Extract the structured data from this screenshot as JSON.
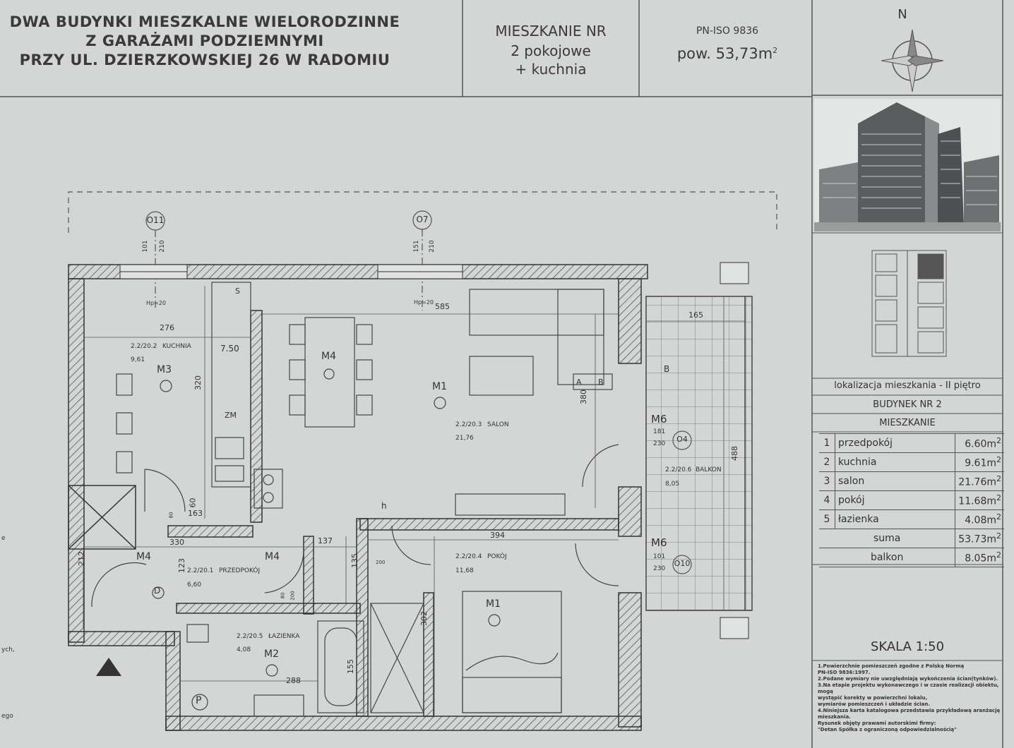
{
  "header": {
    "title_lines": [
      "DWA BUDYNKI MIESZKALNE WIELORODZINNE",
      "Z GARAŻAMI PODZIEMNYMI",
      "PRZY UL. DZIERZKOWSKIEJ 26 W RADOMIU"
    ],
    "apartment_label": "MIESZKANIE NR",
    "rooms_line1": "2 pokojowe",
    "rooms_line2": "+ kuchnia",
    "norm": "PN-ISO 9836",
    "area": "pow. 53,73m",
    "area_sup": "2",
    "north": "N"
  },
  "sidebar": {
    "location": "lokalizacja mieszkania - II piętro",
    "building": "BUDYNEK NR 2",
    "apartment": "MIESZKANIE",
    "rooms": [
      {
        "num": "1",
        "name": "przedpokój",
        "area": "6.60m",
        "sup": "2"
      },
      {
        "num": "2",
        "name": "kuchnia",
        "area": "9.61m",
        "sup": "2"
      },
      {
        "num": "3",
        "name": "salon",
        "area": "21.76m",
        "sup": "2"
      },
      {
        "num": "4",
        "name": "pokój",
        "area": "11.68m",
        "sup": "2"
      },
      {
        "num": "5",
        "name": "łazienka",
        "area": "4.08m",
        "sup": "2"
      }
    ],
    "sum_label": "suma",
    "sum_value": "53.73m",
    "sum_sup": "2",
    "balcony_label": "balkon",
    "balcony_value": "8.05m",
    "balcony_sup": "2",
    "scale": "SKALA 1:50",
    "notes": [
      "1.Powierzchnie pomieszczeń zgodne z Polską Normą",
      "PN-ISO 9836:1997.",
      "2.Podane wymiary nie uwzględniają wykończenia ścian(tynków).",
      "3.Na etapie projektu wykonawczego i w czasie realizacji obiektu, mogą",
      "wystąpić korekty w powierzchni lokalu,",
      "wymiarów pomieszczeń i układzie ścian.",
      "4.Niniejsza karta katalogowa przedstawia przykładową aranżację",
      "mieszkania.",
      "Rysunek objęty prawami autorskimi firmy:",
      "\"Detan Spółka z ograniczoną odpowiedzialnością\""
    ]
  },
  "plan": {
    "axis_o11": "O11",
    "axis_o7": "O7",
    "axis_o4": "O4",
    "axis_o10": "O10",
    "win1_w": "101",
    "win1_h": "210",
    "win2_w": "151",
    "win2_h": "210",
    "hp1": "Hp=20",
    "hp2": "Hp=20",
    "rooms": {
      "kitchen_id": "2.2/20.2",
      "kitchen_name": "KUCHNIA",
      "kitchen_area": "9,61",
      "salon_id": "2.2/20.3",
      "salon_name": "SALON",
      "salon_area": "21,76",
      "balkon_id": "2.2/20.6",
      "balkon_name": "BALKON",
      "balkon_area": "8,05",
      "hall_id": "2.2/20.1",
      "hall_name": "PRZEDPOKÓJ",
      "hall_area": "6,60",
      "room_id": "2.2/20.4",
      "room_name": "POKÓJ",
      "room_area": "11,68",
      "bath_id": "2.2/20.5",
      "bath_name": "ŁAZIENKA",
      "bath_area": "4,08"
    },
    "dims": {
      "d276": "276",
      "d585": "585",
      "d165": "165",
      "d320": "320",
      "d380": "380",
      "d488": "488",
      "d163": "163",
      "d60": "60",
      "d80": "80",
      "d330": "330",
      "d137": "137",
      "d394": "394",
      "d135": "135",
      "d123": "123",
      "d212": "212",
      "d302": "302",
      "d155": "155",
      "d288": "288",
      "d181": "181",
      "d230a": "230",
      "d101": "101",
      "d230b": "230",
      "d200": "200",
      "d80b": "80",
      "d200b": "200"
    },
    "marks": {
      "m3": "M3",
      "m4a": "M4",
      "m4b": "M4",
      "m4c": "M4",
      "m1a": "M1",
      "m1b": "M1",
      "m2": "M2",
      "m6a": "M6",
      "m6b": "M6",
      "z": "ZM",
      "a": "A",
      "b": "B",
      "b2": "B",
      "d": "D",
      "p": "P",
      "h": "h",
      "s": "S",
      "hp": "Hp=20",
      "tile": "7.50"
    },
    "edge_texts": {
      "left1": "e",
      "left2": "ych,",
      "left3": "ego"
    }
  }
}
